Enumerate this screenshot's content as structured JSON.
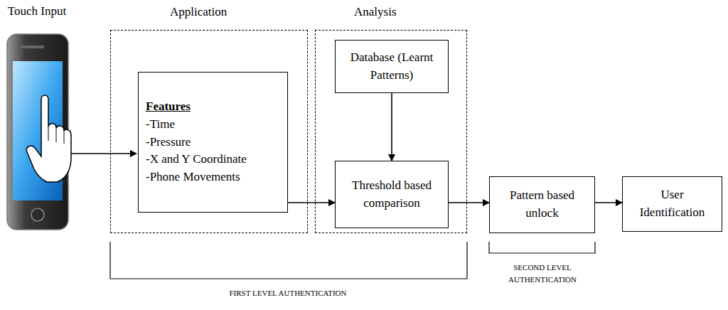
{
  "diagram": {
    "nodes": [
      {
        "text": [
          "Application"
        ]
      },
      {
        "text": [
          "Features",
          "-Time",
          "-Pressure",
          "-X and Y Coordinate",
          "-Phone Movements"
        ],
        "in": 0
      },
      {
        "text": [
          "Analysis"
        ]
      },
      {
        "text": [
          "Database (Learnt Patterns)"
        ],
        "in": 2
      },
      {
        "text": [
          "Threshold based comparison"
        ],
        "in": 2
      },
      {
        "text": [
          "Pattern based unlock"
        ]
      },
      {
        "text": [
          "User Identification"
        ]
      }
    ],
    "edges": [
      {
        "from": 1,
        "to": 4,
        "arrow": "to"
      },
      {
        "from": 3,
        "to": 4,
        "arrow": "to"
      },
      {
        "from": 4,
        "to": 5,
        "arrow": "to"
      },
      {
        "from": 5,
        "to": 6,
        "arrow": "to"
      }
    ],
    "labels": [
      "Touch Input",
      "FIRST LEVEL AUTHENTICATION",
      "SECOND LEVEL AUTHENTICATION"
    ]
  }
}
